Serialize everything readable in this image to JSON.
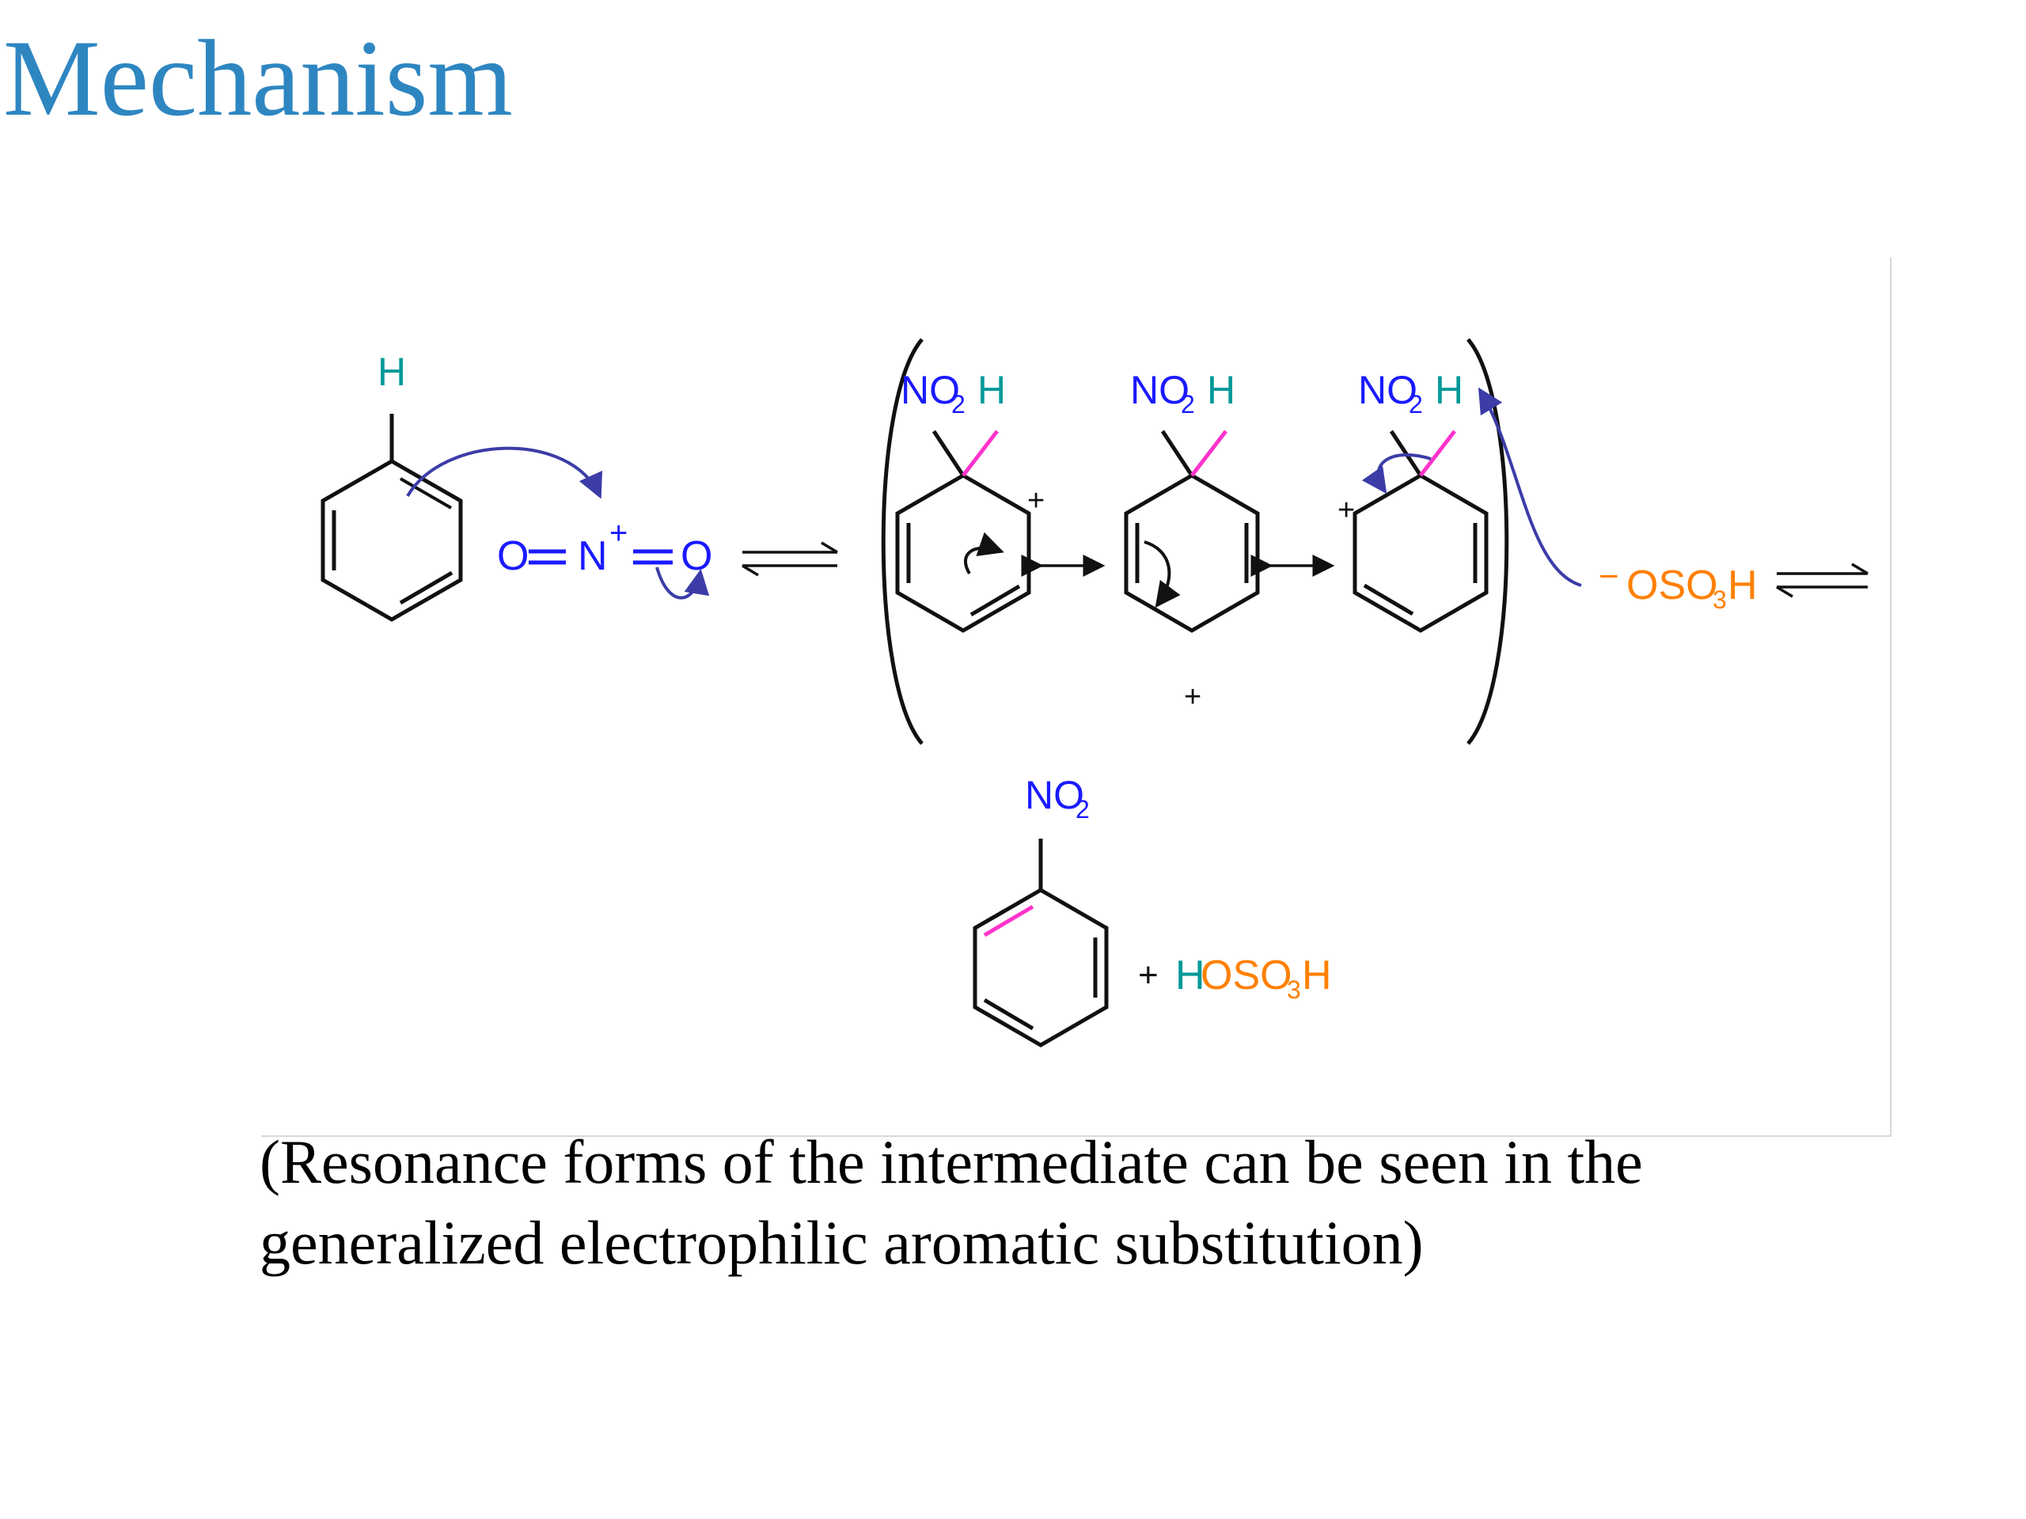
{
  "title": "Mechanism",
  "colors": {
    "title": "#2e86c1",
    "electrophile": "#1a1aff",
    "hydrogen": "#009999",
    "bisulfate": "#ff8000",
    "new_bond": "#ff33cc",
    "curved_arrow": "#3c3ca8",
    "bond": "#111111"
  },
  "scheme": {
    "step1": {
      "reactant_h": "H",
      "electrophile": {
        "o_left": "O",
        "n": "N",
        "n_charge": "+",
        "o_right": "O"
      }
    },
    "intermediates": [
      {
        "no2": "NO",
        "no2_sub": "2",
        "h": "H",
        "charge": "+"
      },
      {
        "no2": "NO",
        "no2_sub": "2",
        "h": "H",
        "charge": "+"
      },
      {
        "no2": "NO",
        "no2_sub": "2",
        "h": "H",
        "charge": "+"
      }
    ],
    "base": {
      "charge": "−",
      "pre": "OSO",
      "sub": "3",
      "post": "H"
    },
    "product": {
      "no2": "NO",
      "no2_sub": "2",
      "plus": "+",
      "h": "H",
      "acid_pre": "OSO",
      "acid_sub": "3",
      "acid_post": "H"
    }
  },
  "caption": {
    "line1": "(Resonance forms of the intermediate can be seen in the",
    "line2": "generalized electrophilic aromatic substitution)"
  }
}
